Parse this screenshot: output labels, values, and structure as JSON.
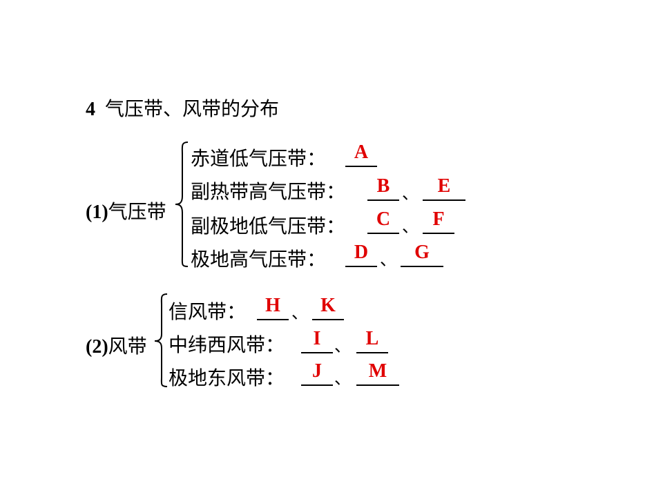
{
  "heading": {
    "number": "4",
    "title": "气压带、风带的分布"
  },
  "pressure": {
    "label_num": "(1)",
    "label_text": "气压带",
    "rows": [
      {
        "text": "赤道低气压带：",
        "a1": "A",
        "a2": null
      },
      {
        "text": "副热带高气压带：",
        "a1": "B",
        "a2": "E"
      },
      {
        "text": "副极地低气压带：",
        "a1": "C",
        "a2": "F"
      },
      {
        "text": "极地高气压带：",
        "a1": "D",
        "a2": "G"
      }
    ]
  },
  "wind": {
    "label_num": "(2)",
    "label_text": "风带",
    "rows": [
      {
        "text": "信风带：",
        "a1": "H",
        "a2": "K"
      },
      {
        "text": "中纬西风带：",
        "a1": "I",
        "a2": "L"
      },
      {
        "text": "极地东风带：",
        "a1": "J",
        "a2": "M"
      }
    ]
  },
  "separator": "、",
  "colors": {
    "answer": "#e00000",
    "text": "#000000"
  }
}
